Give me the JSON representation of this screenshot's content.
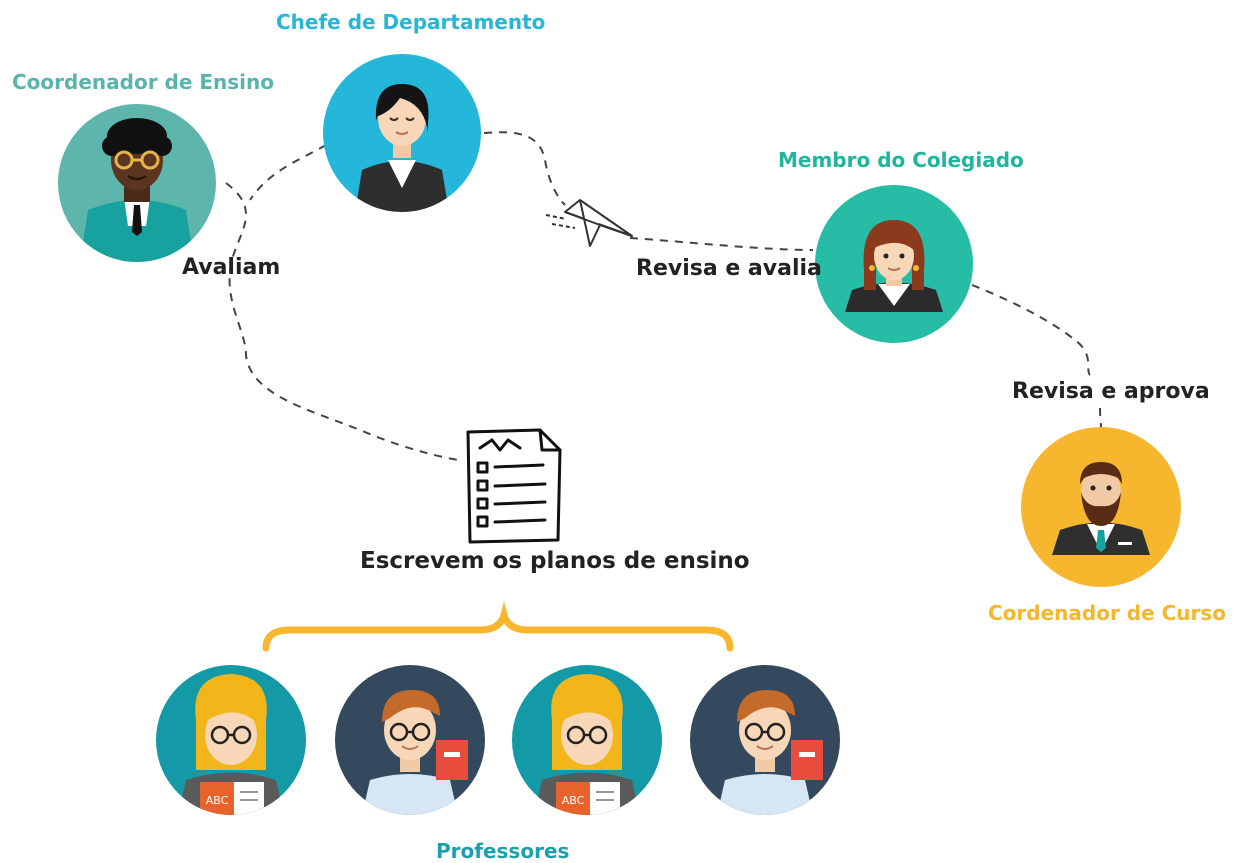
{
  "roles": {
    "coordenador_ensino": {
      "title": "Coordenador de Ensino",
      "color": "#5ab4ae",
      "avatar_bg": "#5db5ab",
      "avatar": "man-curly-hair-glasses-avatar"
    },
    "chefe_departamento": {
      "title": "Chefe de Departamento",
      "color": "#27b6d6",
      "avatar_bg": "#24b7d9",
      "avatar": "woman-short-hair-avatar"
    },
    "membro_colegiado": {
      "title": "Membro do Colegiado",
      "color": "#1fb59e",
      "avatar_bg": "#26bca5",
      "avatar": "woman-auburn-hair-avatar"
    },
    "coordenador_curso": {
      "title": "Cordenador de Curso",
      "color": "#f6b62e",
      "avatar_bg": "#f6b72f",
      "avatar": "bearded-man-avatar"
    }
  },
  "steps": {
    "avaliam": "Avaliam",
    "revisa_avalia": "Revisa e avalia",
    "revisa_aprova": "Revisa e aprova",
    "escrevem": "Escrevem os planos de ensino"
  },
  "professors": {
    "label": "Professores",
    "label_color": "#1e9fb0",
    "avatars": [
      {
        "bg": "#149aa6",
        "avatar": "female-teacher-abc-book-avatar"
      },
      {
        "bg": "#34495e",
        "avatar": "male-teacher-glasses-avatar"
      },
      {
        "bg": "#149aa6",
        "avatar": "female-teacher-abc-book-avatar"
      },
      {
        "bg": "#34495e",
        "avatar": "male-teacher-glasses-avatar"
      }
    ]
  },
  "book_text": "ABC",
  "colors": {
    "brace": "#f6b62e",
    "path": "#444444",
    "text": "#222222"
  }
}
